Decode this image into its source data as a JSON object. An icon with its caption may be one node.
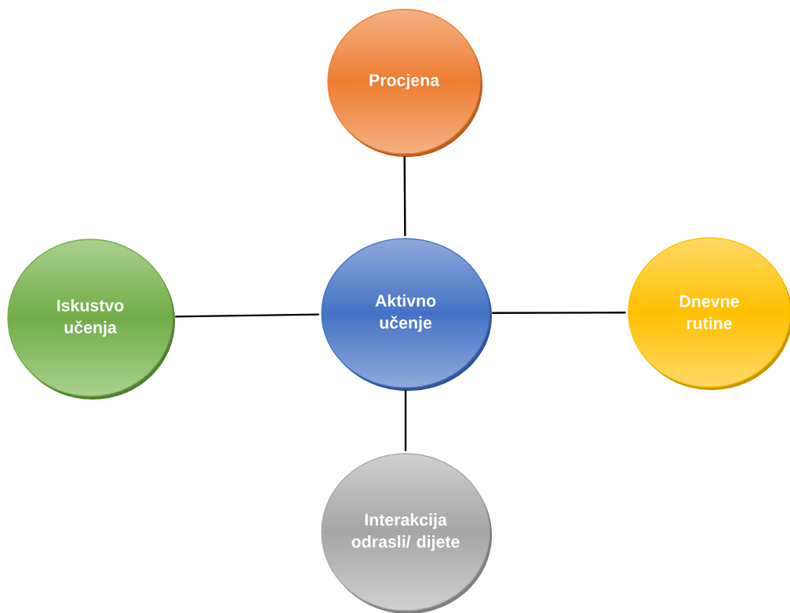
{
  "diagram": {
    "nodes": [
      {
        "text": [
          "Procjena"
        ]
      },
      {
        "text": [
          "Iskustvo učenja"
        ]
      },
      {
        "text": [
          "Aktivno učenje"
        ]
      },
      {
        "text": [
          "Dnevne rutine"
        ]
      },
      {
        "text": [
          "Interakcija odrasli/ dijete"
        ]
      }
    ],
    "edges": [
      {
        "from": 2,
        "to": 0,
        "arrow": "none"
      },
      {
        "from": 1,
        "to": 2,
        "arrow": "none"
      },
      {
        "from": 2,
        "to": 3,
        "arrow": "none"
      },
      {
        "from": 2,
        "to": 4,
        "arrow": "none"
      }
    ]
  }
}
